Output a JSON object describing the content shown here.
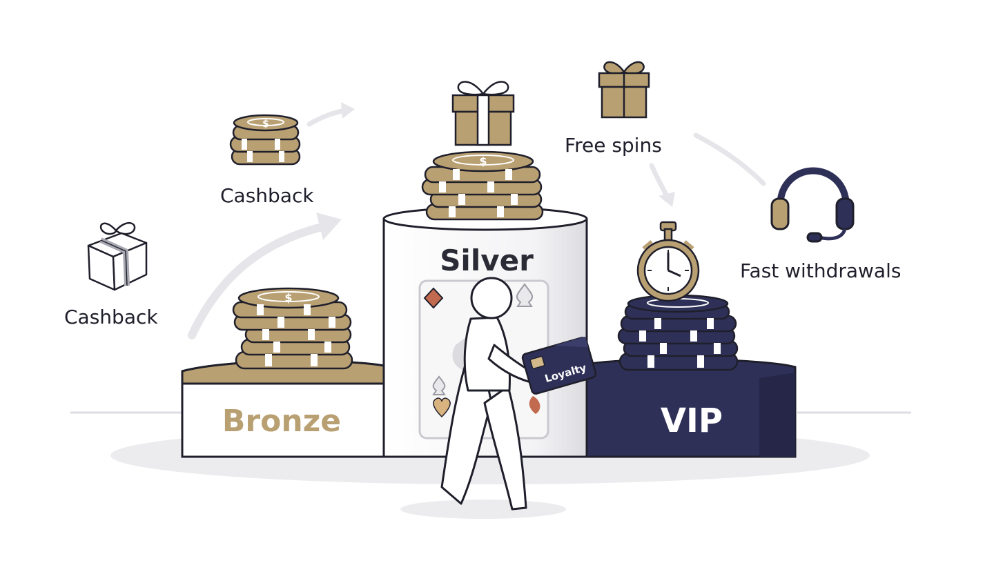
{
  "tiers": {
    "bronze": {
      "label": "Bronze"
    },
    "silver": {
      "label": "Silver"
    },
    "vip": {
      "label": "VIP"
    }
  },
  "perks": {
    "cashback_left": "Cashback",
    "cashback_top": "Cashback",
    "free_spins": "Free spins",
    "fast_withdrawals": "Fast withdrawals"
  },
  "card": {
    "label": "Loyalty"
  },
  "colors": {
    "gold": "#b9a073",
    "navy": "#2f3058",
    "outline": "#1f1f2b",
    "silver_grey": "#a9a9b3"
  },
  "icons": [
    "gift-icon",
    "coin-stack-icon",
    "stopwatch-icon",
    "headset-icon",
    "playing-card-icon",
    "loyalty-card-icon",
    "arrow-icon"
  ]
}
